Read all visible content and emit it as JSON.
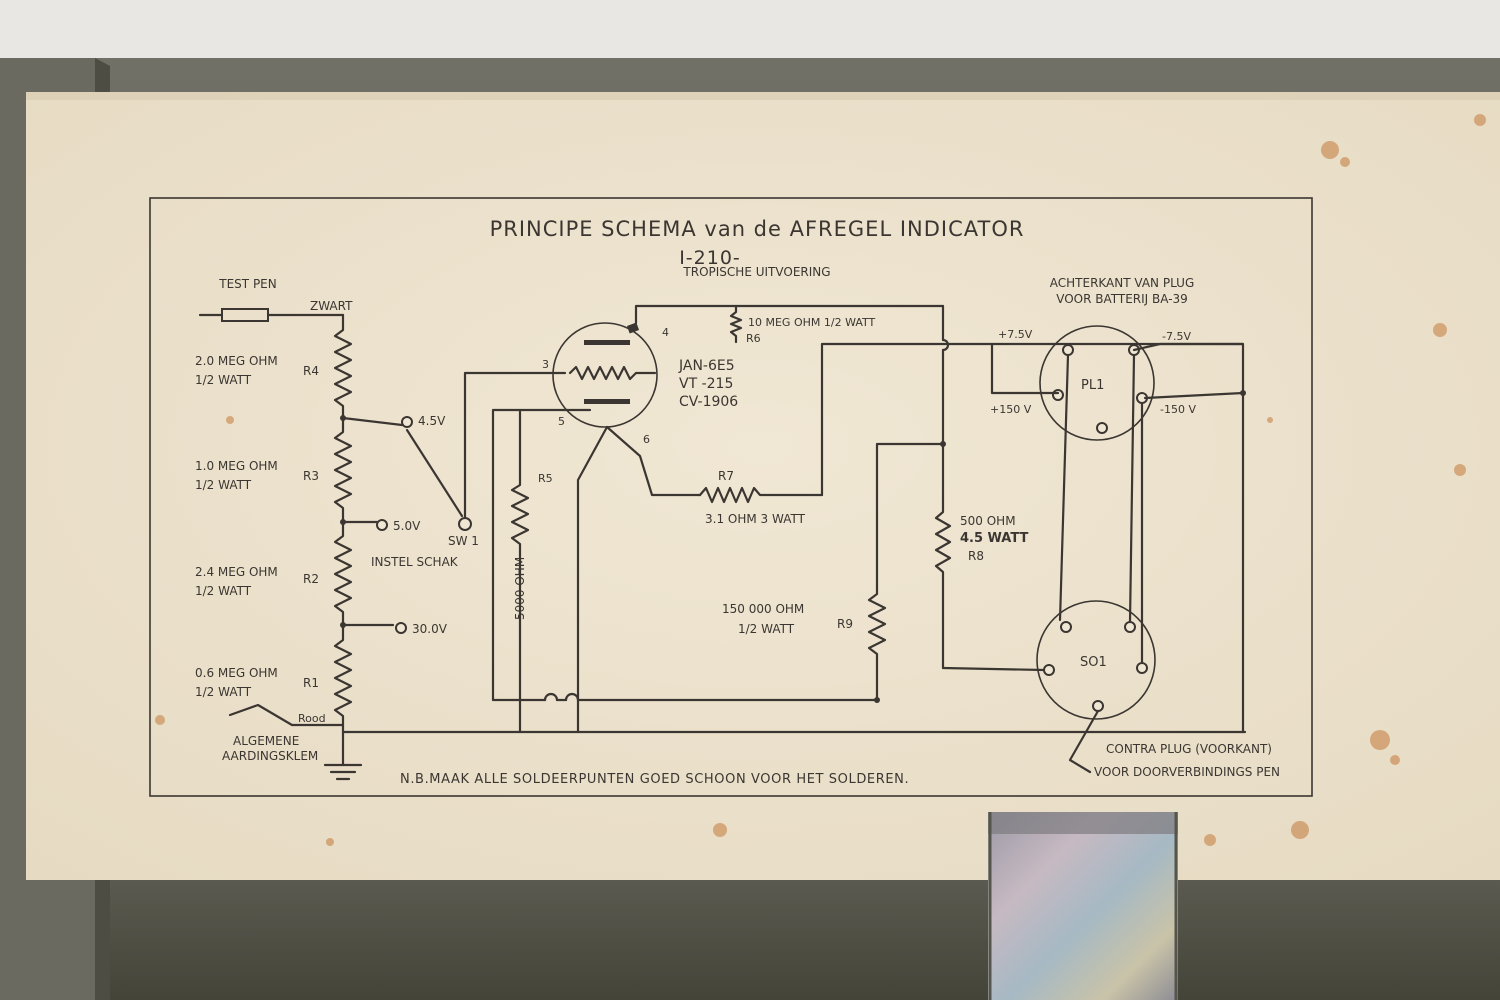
{
  "title": "PRINCIPE  SCHEMA  van de  AFREGEL  INDICATOR",
  "model": "I-210-",
  "subtitle": "TROPISCHE  UITVOERING",
  "test_pen": "TEST PEN",
  "zwart": "ZWART",
  "r4": {
    "ref": "R4",
    "value": "2.0  MEG OHM",
    "rating": "1/2 WATT"
  },
  "r3": {
    "ref": "R3",
    "value": "1.0   MEG OHM",
    "rating": "1/2 WATT"
  },
  "r2": {
    "ref": "R2",
    "value": "2.4  MEG OHM",
    "rating": "1/2 WATT"
  },
  "r1": {
    "ref": "R1",
    "value": "0.6  MEG OHM",
    "rating": "1/2 WATT"
  },
  "tap_45v": "4.5V",
  "tap_50v": "5.0V",
  "tap_300v": "30.0V",
  "switch": {
    "ref": "SW 1",
    "name": "INSTEL  SCHAK"
  },
  "rood": "Rood",
  "ground": {
    "line1": "ALGEMENE",
    "line2": "AARDINGSKLEM"
  },
  "tube": {
    "pin3": "3",
    "pin4": "4",
    "pin5": "5",
    "pin6": "6",
    "line1": "JAN-6E5",
    "line2": "VT -215",
    "line3": "CV-1906"
  },
  "r6": {
    "ref": "R6",
    "value": "10 MEG OHM  1/2 WATT"
  },
  "r5": {
    "ref": "R5",
    "value": "5000  OHM"
  },
  "r7": {
    "ref": "R7",
    "value": "3.1 OHM 3 WATT"
  },
  "r8": {
    "ref": "R8",
    "value": "500 OHM",
    "rating": "4.5  WATT"
  },
  "r9": {
    "ref": "R9",
    "value": "150 000  OHM",
    "rating": "1/2 WATT"
  },
  "plug_back": {
    "line1": "ACHTERKANT VAN PLUG",
    "line2": "VOOR  BATTERIJ  BA-39"
  },
  "pl1": "PL1",
  "so1": "SO1",
  "v_pos75": "+7.5V",
  "v_neg75": "-7.5V",
  "v_pos150": "+150 V",
  "v_neg150": "-150 V",
  "contra_plug": "CONTRA PLUG (VOORKANT)",
  "voor_door": "VOOR DOORVERBINDINGS PEN",
  "note": "N.B.MAAK ALLE SOLDEERPUNTEN GOED SCHOON VOOR HET SOLDEREN.",
  "colors": {
    "housing": "#5f5f55",
    "label_paper": "#efe6d3",
    "ink": "#3b3631",
    "rust": "#c98a52"
  }
}
